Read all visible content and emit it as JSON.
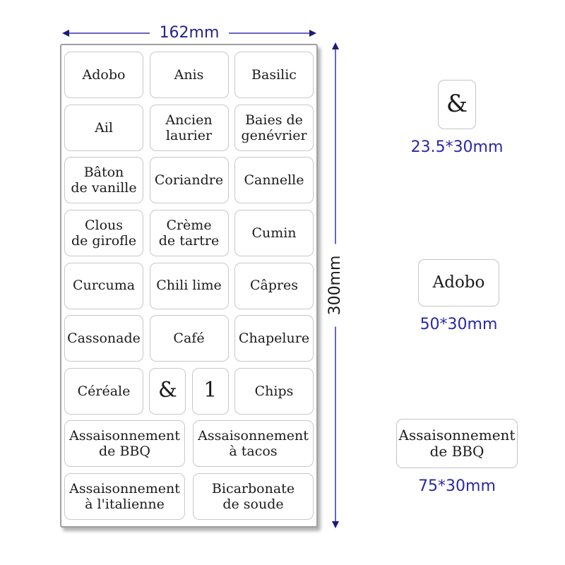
{
  "dimensions": {
    "width_label": "162mm",
    "height_label": "300mm"
  },
  "sheet": {
    "rows": [
      {
        "cells": [
          {
            "text": "Adobo"
          },
          {
            "text": "Anis"
          },
          {
            "text": "Basilic"
          }
        ]
      },
      {
        "cells": [
          {
            "text": "Ail"
          },
          {
            "text": "Ancien\nlaurier"
          },
          {
            "text": "Baies de\ngenévrier"
          }
        ]
      },
      {
        "cells": [
          {
            "text": "Bâton\nde vanille"
          },
          {
            "text": "Coriandre"
          },
          {
            "text": "Cannelle"
          }
        ]
      },
      {
        "cells": [
          {
            "text": "Clous\nde girofle"
          },
          {
            "text": "Crème\nde tartre"
          },
          {
            "text": "Cumin"
          }
        ]
      },
      {
        "cells": [
          {
            "text": "Curcuma"
          },
          {
            "text": "Chili lime"
          },
          {
            "text": "Câpres"
          }
        ]
      },
      {
        "cells": [
          {
            "text": "Cassonade"
          },
          {
            "text": "Café"
          },
          {
            "text": "Chapelure"
          }
        ]
      },
      {
        "cells": [
          {
            "text": "Céréale"
          },
          {
            "text": "&"
          },
          {
            "text": "1"
          },
          {
            "text": "Chips"
          }
        ]
      },
      {
        "cells": [
          {
            "text": "Assaisonnement\nde BBQ"
          },
          {
            "text": "Assaisonnement\nà tacos"
          }
        ]
      },
      {
        "cells": [
          {
            "text": "Assaisonnement\nà l'italienne"
          },
          {
            "text": "Bicarbonate\nde soude"
          }
        ]
      }
    ]
  },
  "samples": [
    {
      "label": "&",
      "caption": "23.5*30mm"
    },
    {
      "label": "Adobo",
      "caption": "50*30mm"
    },
    {
      "label": "Assaisonnement\nde BBQ",
      "caption": "75*30mm"
    }
  ],
  "colors": {
    "dimension_text": "#23238e",
    "height_text": "#1a1a1a",
    "caption_text": "#2828a8",
    "arrow_line": "#6666c4",
    "arrow_head": "#1a1a80",
    "label_text": "#1b1b1b",
    "cell_border": "#c8c8c8",
    "sheet_border": "#9f9f9f"
  }
}
